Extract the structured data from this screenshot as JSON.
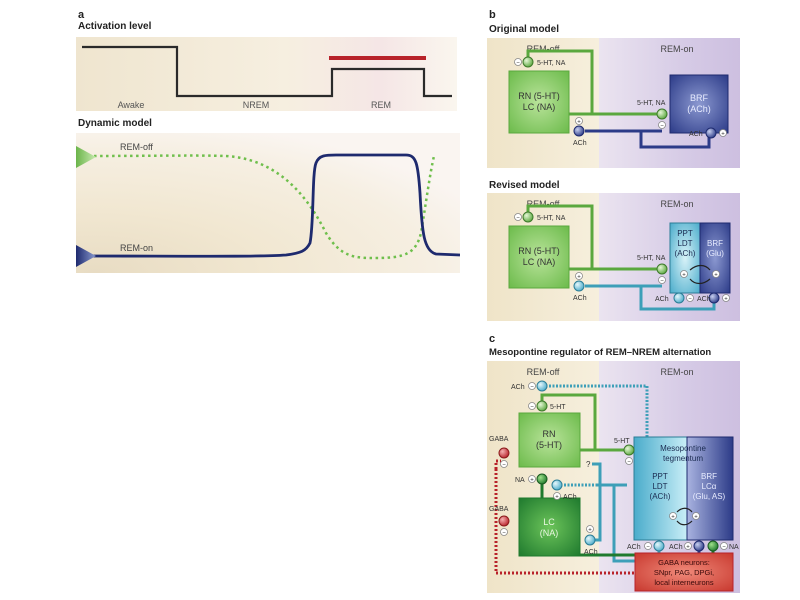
{
  "panel_a": {
    "letter": "a",
    "activation_title": "Activation level",
    "states": [
      "Awake",
      "NREM",
      "REM"
    ],
    "dynamic_title": "Dynamic model",
    "rem_off_label": "REM-off",
    "rem_on_label": "REM-on"
  },
  "panel_b": {
    "letter": "b",
    "original": {
      "title": "Original model",
      "rem_off": "REM-off",
      "rem_on": "REM-on",
      "left_box": [
        "RN (5-HT)",
        "LC (NA)"
      ],
      "right_box": [
        "BRF",
        "(ACh)"
      ],
      "syn_top": "5-HT, NA",
      "syn_mid": "5-HT, NA",
      "syn_ach": "ACh",
      "syn_ach_self": "ACh"
    },
    "revised": {
      "title": "Revised model",
      "rem_off": "REM-off",
      "rem_on": "REM-on",
      "left_box": [
        "RN (5-HT)",
        "LC (NA)"
      ],
      "right_box_a": [
        "PPT",
        "LDT",
        "(ACh)"
      ],
      "right_box_b": [
        "BRF",
        "(Glu)"
      ],
      "syn_top": "5-HT, NA",
      "syn_mid": "5-HT, NA",
      "syn_ach": "ACh",
      "syn_ach_self1": "ACh",
      "syn_ach_self2": "ACh"
    }
  },
  "panel_c": {
    "letter": "c",
    "title": "Mesopontine regulator of REM–NREM alternation",
    "rem_off": "REM-off",
    "rem_on": "REM-on",
    "rn_box": [
      "RN",
      "(5-HT)"
    ],
    "lc_box": [
      "LC",
      "(NA)"
    ],
    "meso_box_title": [
      "Mesopontine",
      "tegmentum"
    ],
    "meso_left": [
      "PPT",
      "LDT",
      "(ACh)"
    ],
    "meso_right": [
      "BRF",
      "LCα",
      "(Glu, AS)"
    ],
    "gaba_box": [
      "GABA neurons:",
      "SNpr, PAG, DPGi,",
      "local interneurons"
    ],
    "labels": {
      "ach_top": "ACh",
      "ht_top": "5-HT",
      "ht_right": "5-HT",
      "gaba1": "GABA",
      "gaba2": "GABA",
      "question": "?",
      "na": "NA",
      "ach_mid": "ACh",
      "ach_lc": "ACh",
      "ach_bot1": "ACh",
      "ach_bot2": "ACh",
      "na_bot": "NA"
    }
  },
  "colors": {
    "green": "#5aa83e",
    "green_light": "#8fd16a",
    "navy": "#1e2a6e",
    "cyan": "#3d9fb8",
    "red": "#b8222a",
    "rem_off_bg": "#f3ead2",
    "rem_on_bg": "#ddd3e8"
  }
}
